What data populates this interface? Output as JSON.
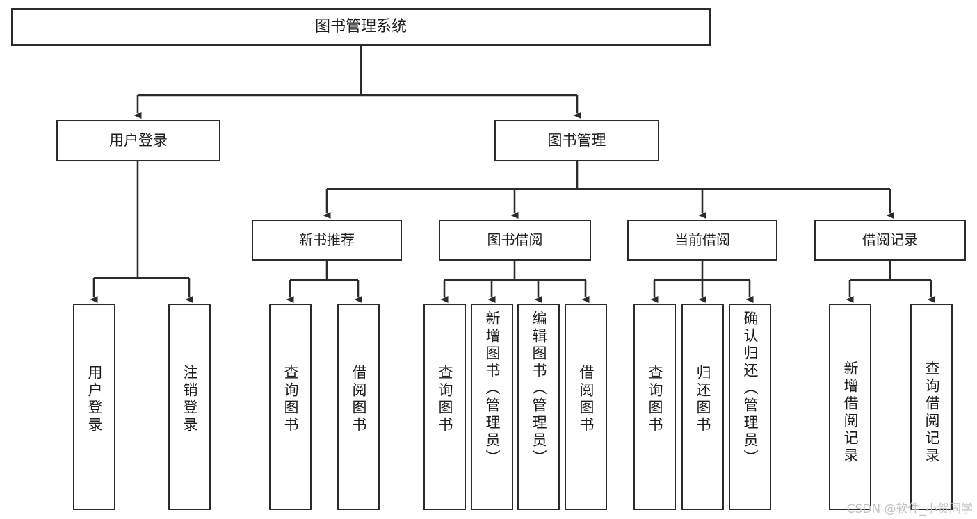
{
  "diagram": {
    "type": "tree",
    "title": "图书管理系统",
    "root": {
      "label": "图书管理系统"
    },
    "level2": [
      {
        "label": "用户登录"
      },
      {
        "label": "图书管理"
      }
    ],
    "level3": [
      {
        "label": "新书推荐"
      },
      {
        "label": "图书借阅"
      },
      {
        "label": "当前借阅"
      },
      {
        "label": "借阅记录"
      }
    ],
    "leaves": {
      "user_login": [
        {
          "label": "用户登录"
        },
        {
          "label": "注销登录"
        }
      ],
      "new_book_recommend": [
        {
          "label": "查询图书"
        },
        {
          "label": "借阅图书"
        }
      ],
      "book_borrow": [
        {
          "label": "查询图书"
        },
        {
          "label": "新增图书（管理员）"
        },
        {
          "label": "编辑图书（管理员）"
        },
        {
          "label": "借阅图书"
        }
      ],
      "current_borrow": [
        {
          "label": "查询图书"
        },
        {
          "label": "归还图书"
        },
        {
          "label": "确认归还（管理员）"
        }
      ],
      "borrow_record": [
        {
          "label": "新增借阅记录"
        },
        {
          "label": "查询借阅记录"
        }
      ]
    }
  },
  "watermark": {
    "text": "CSDN @软件_小贺同学"
  },
  "colors": {
    "box_border": "#2b2b2b",
    "box_fill": "#ffffff",
    "connector": "#2b2b2b",
    "text": "#1d1d1d",
    "watermark": "#c2c2c2"
  }
}
